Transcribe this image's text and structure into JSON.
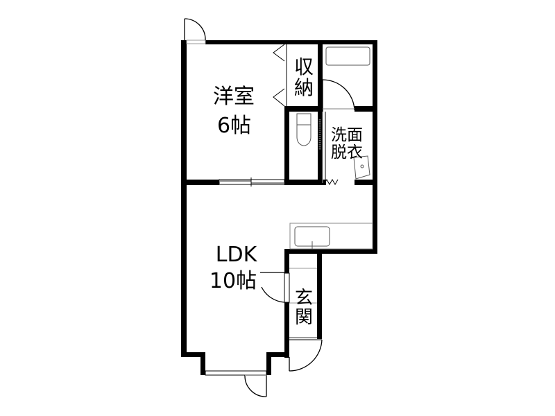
{
  "floor_plan": {
    "rooms": [
      {
        "id": "western-room",
        "name": "洋室",
        "size": "6帖"
      },
      {
        "id": "storage",
        "name": "収\n納"
      },
      {
        "id": "washroom",
        "name": "洗面\n脱衣"
      },
      {
        "id": "ldk",
        "name": "LDK",
        "size": "10帖"
      },
      {
        "id": "entrance",
        "name": "玄\n関"
      }
    ],
    "fixtures": [
      "bathtub",
      "toilet",
      "washbasin",
      "kitchen-sink"
    ],
    "colors": {
      "wall": "#000000",
      "line": "#000000",
      "window": "#999999",
      "background": "#ffffff"
    }
  }
}
